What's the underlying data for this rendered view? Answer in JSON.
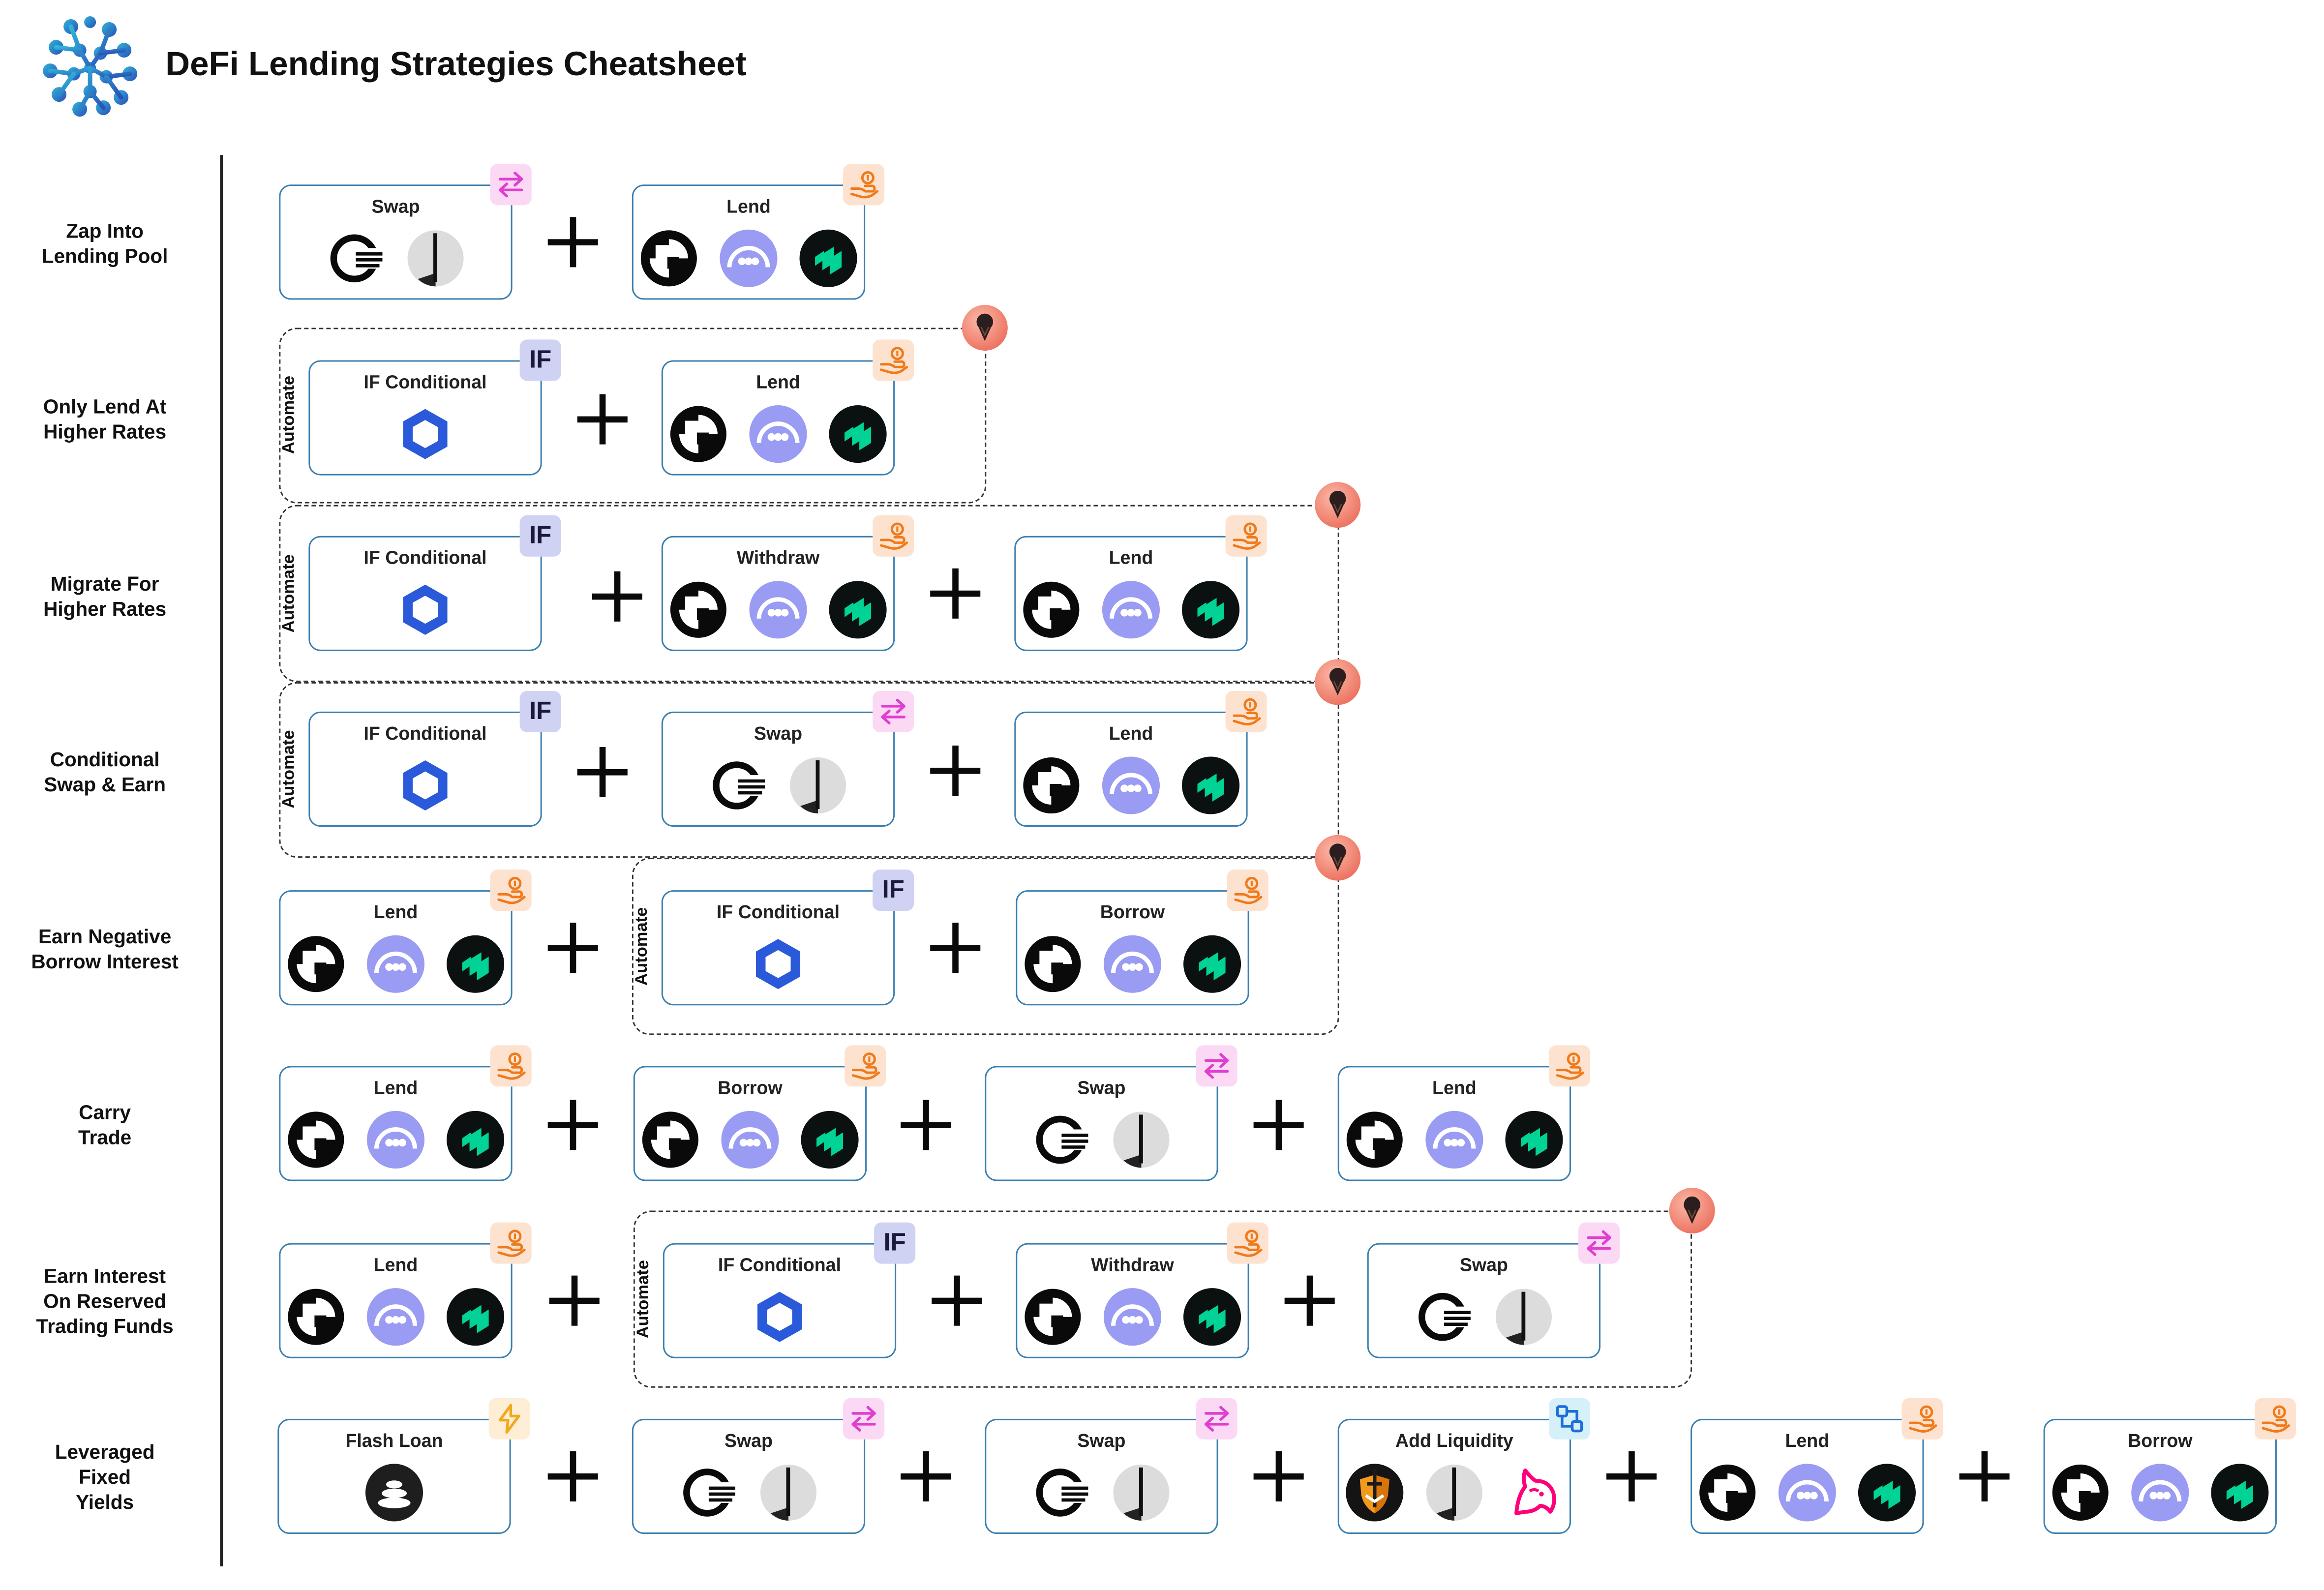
{
  "header": {
    "title": "DeFi Lending Strategies Cheatsheet",
    "logo_icon": "network-blob-logo"
  },
  "labels": {
    "swap": "Swap",
    "lend": "Lend",
    "borrow": "Borrow",
    "withdraw": "Withdraw",
    "if_conditional": "IF Conditional",
    "if_badge": "IF",
    "flash_loan": "Flash Loan",
    "add_liquidity": "Add Liquidity",
    "automate": "Automate"
  },
  "rows": [
    {
      "label": "Zap Into\nLending Pool",
      "steps": [
        "Swap",
        "Lend"
      ]
    },
    {
      "label": "Only Lend At\nHigher Rates",
      "steps": [
        "IF Conditional",
        "Lend"
      ],
      "automated": true
    },
    {
      "label": "Migrate For\nHigher Rates",
      "steps": [
        "IF Conditional",
        "Withdraw",
        "Lend"
      ],
      "automated": true
    },
    {
      "label": "Conditional\nSwap & Earn",
      "steps": [
        "IF Conditional",
        "Swap",
        "Lend"
      ],
      "automated": true
    },
    {
      "label": "Earn Negative\nBorrow Interest",
      "steps": [
        "Lend",
        "IF Conditional",
        "Borrow"
      ],
      "automated": true
    },
    {
      "label": "Carry\nTrade",
      "steps": [
        "Lend",
        "Borrow",
        "Swap",
        "Lend"
      ]
    },
    {
      "label": "Earn Interest\nOn Reserved\nTrading Funds",
      "steps": [
        "Lend",
        "IF Conditional",
        "Withdraw",
        "Swap"
      ],
      "automated": true
    },
    {
      "label": "Leveraged\nFixed\nYields",
      "steps": [
        "Flash Loan",
        "Swap",
        "Swap",
        "Add Liquidity",
        "Lend",
        "Borrow"
      ]
    }
  ],
  "icons": {
    "lend_protocols": [
      "aave-icon",
      "morpho-icon",
      "compound-icon"
    ],
    "swap_protocols": [
      "curve-like-swap-icon",
      "gauge-dial-icon"
    ],
    "if_protocol": "chainlink-hexagon-icon",
    "flash_protocol": "balancer-stack-icon",
    "liquidity_protocols": [
      "shield-sword-icon",
      "gauge-dial-icon",
      "uniswap-unicorn-icon"
    ],
    "automation": "gelato-icecream-icon"
  },
  "colors": {
    "card_border": "#3a7fb0",
    "lend_badge": "#fde2cf",
    "swap_badge": "#fbd9f5",
    "if_badge": "#cfd2f3",
    "chainlink_blue": "#2a5ada",
    "morpho_purple": "#9a9bf2",
    "compound_green": "#00d395",
    "gelato_red": "#f28e80"
  }
}
